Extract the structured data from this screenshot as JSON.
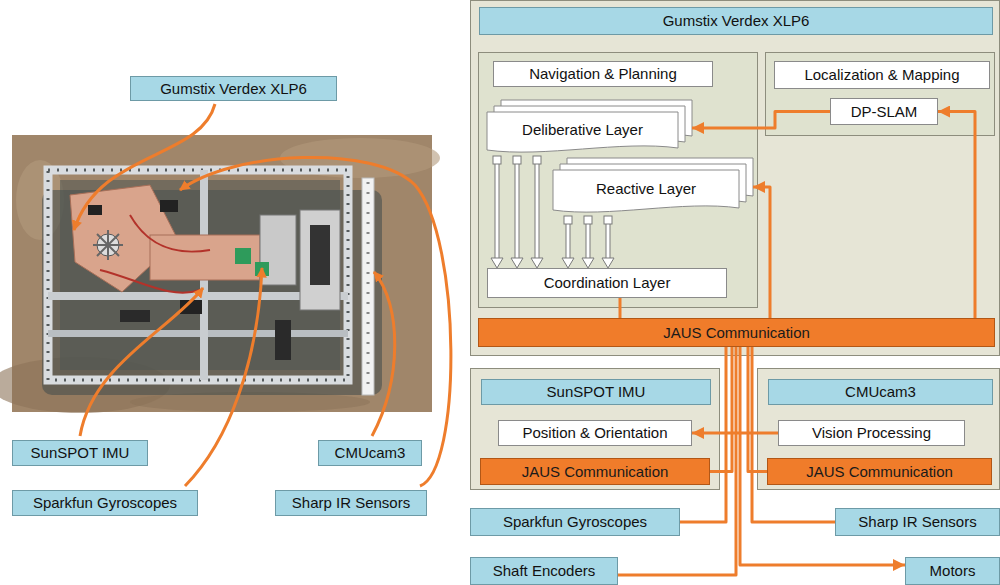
{
  "diagram": {
    "nodes": [
      {
        "text": [
          "Gumstix Verdex XLP6"
        ]
      },
      {
        "text": [
          "SunSPOT IMU"
        ]
      },
      {
        "text": [
          "CMUcam3"
        ]
      },
      {
        "text": [
          "Sparkfun Gyroscopes"
        ]
      },
      {
        "text": [
          "Sharp IR Sensors"
        ]
      },
      {
        "text": [
          "Gumstix Verdex XLP6"
        ]
      },
      {
        "text": [
          "Navigation & Planning"
        ],
        "in": 5
      },
      {
        "text": [
          "Deliberative Layer"
        ],
        "in": 6
      },
      {
        "text": [
          "Reactive Layer"
        ],
        "in": 6
      },
      {
        "text": [
          "Coordination Layer"
        ],
        "in": 6
      },
      {
        "text": [
          "Localization & Mapping"
        ],
        "in": 5
      },
      {
        "text": [
          "DP-SLAM"
        ],
        "in": 10
      },
      {
        "text": [
          "JAUS Communication"
        ],
        "in": 5
      },
      {
        "text": [
          "SunSPOT IMU"
        ]
      },
      {
        "text": [
          "Position & Orientation"
        ],
        "in": 13
      },
      {
        "text": [
          "JAUS Communication"
        ],
        "in": 13
      },
      {
        "text": [
          "CMUcam3"
        ]
      },
      {
        "text": [
          "Vision Processing"
        ],
        "in": 16
      },
      {
        "text": [
          "JAUS Communication"
        ],
        "in": 16
      },
      {
        "text": [
          "Sparkfun Gyroscopes"
        ]
      },
      {
        "text": [
          "Sharp IR Sensors"
        ]
      },
      {
        "text": [
          "Shaft Encoders"
        ]
      },
      {
        "text": [
          "Motors"
        ]
      }
    ],
    "edges": [
      {
        "from": 11,
        "to": 7,
        "arrow": "to"
      },
      {
        "from": 12,
        "to": 11,
        "arrow": "to"
      },
      {
        "from": 12,
        "to": 8,
        "arrow": "to"
      },
      {
        "from": 7,
        "to": 9,
        "arrow": "to"
      },
      {
        "from": 8,
        "to": 9,
        "arrow": "to"
      },
      {
        "from": 9,
        "to": 12,
        "arrow": "none"
      },
      {
        "from": 12,
        "to": 22,
        "arrow": "to"
      },
      {
        "from": 17,
        "to": 14,
        "arrow": "to"
      },
      {
        "from": 15,
        "to": 12,
        "arrow": "none"
      },
      {
        "from": 18,
        "to": 12,
        "arrow": "none"
      },
      {
        "from": 19,
        "to": 12,
        "arrow": "none"
      },
      {
        "from": 21,
        "to": 12,
        "arrow": "none"
      },
      {
        "from": 20,
        "to": 12,
        "arrow": "none"
      }
    ]
  }
}
